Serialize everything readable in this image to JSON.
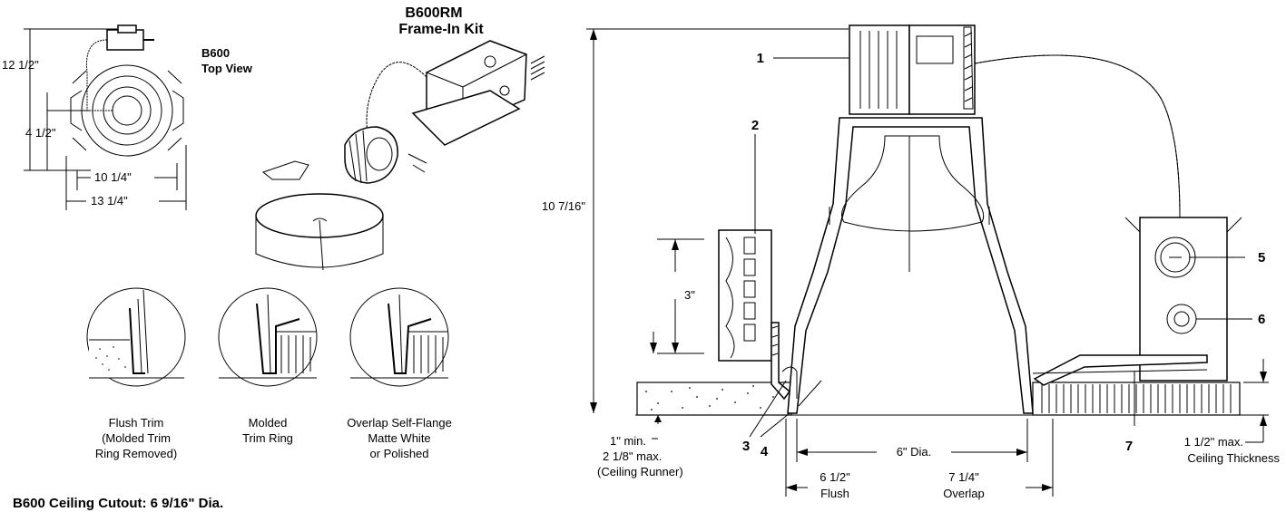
{
  "top_view": {
    "title_line1": "B600",
    "title_line2": "Top View",
    "dim_height": "12 1/2\"",
    "dim_inner_height": "4 1/2\"",
    "dim_inner_width": "10 1/4\"",
    "dim_outer_width": "13 1/4\""
  },
  "frame_kit": {
    "title_line1": "B600RM",
    "title_line2": "Frame-In Kit"
  },
  "trims": [
    {
      "line1": "Flush Trim",
      "line2": "(Molded Trim",
      "line3": "Ring Removed)"
    },
    {
      "line1": "Molded",
      "line2": "Trim Ring",
      "line3": ""
    },
    {
      "line1": "Overlap Self-Flange",
      "line2": "Matte White",
      "line3": "or Polished"
    }
  ],
  "cutout_label": "B600 Ceiling Cutout: 6 9/16\" Dia.",
  "side_view": {
    "dim_total_height": "10 7/16\"",
    "dim_bracket_height": "3\"",
    "dim_runner_line1": "1\" min.",
    "dim_runner_line2": "2 1/8\" max.",
    "dim_runner_line3": "(Ceiling Runner)",
    "dim_diameter": "6\" Dia.",
    "dim_flush_line1": "6 1/2\"",
    "dim_flush_line2": "Flush",
    "dim_overlap_line1": "7 1/4\"",
    "dim_overlap_line2": "Overlap",
    "dim_ceiling_line1": "1 1/2\" max.",
    "dim_ceiling_line2": "Ceiling Thickness",
    "callouts": [
      "1",
      "2",
      "3",
      "4",
      "5",
      "6",
      "7"
    ]
  }
}
